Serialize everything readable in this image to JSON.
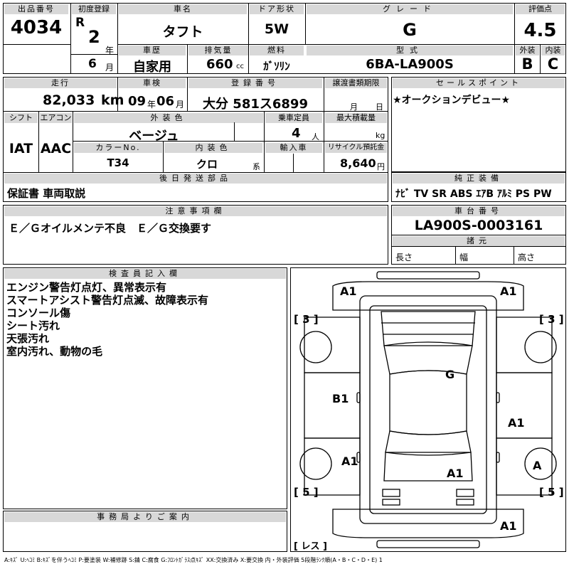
{
  "headers": {
    "lot": "出品番号",
    "first_reg": "初度登録",
    "car_name": "車名",
    "door": "ドア形状",
    "grade": "グレード",
    "score": "評価点",
    "history": "車歴",
    "displacement": "排気量",
    "fuel": "燃料",
    "model": "型式",
    "exterior": "外装",
    "interior": "内装",
    "mileage": "走行",
    "inspection": "車検",
    "plate": "登録番号",
    "transfer": "譲渡書類期限",
    "sales_point": "セールスポイント",
    "shift": "シフト",
    "aircon": "エアコン",
    "ext_color": "外装色",
    "capacity": "乗車定員",
    "max_load": "最大積載量",
    "color_no": "カラーNo.",
    "int_color": "内装色",
    "import": "輸入車",
    "recycle": "リサイクル預託金",
    "later_parts": "後日発送部品",
    "genuine": "純正装備",
    "caution": "注意事項欄",
    "chassis": "車台番号",
    "specs": "諸元",
    "inspector": "検査員記入欄",
    "office": "事務局よりご案内"
  },
  "lot_no": "4034",
  "era": "R",
  "year": "2",
  "year_unit": "年",
  "month": "6",
  "month_unit": "月",
  "car_name": "タフト",
  "door_type": "5W",
  "grade": "G",
  "score": "4.5",
  "history": "自家用",
  "displacement": "660",
  "displacement_unit": "cc",
  "fuel": "ｶﾞｿﾘﾝ",
  "model_code": "6BA-LA900S",
  "exterior_grade": "B",
  "interior_grade": "C",
  "mileage": "82,033",
  "mileage_unit": "km",
  "inspection_year": "09",
  "inspection_month": "06",
  "inspection_year_unit": "年",
  "inspection_month_unit": "月",
  "plate": "大分 581ス6899",
  "transfer_month_unit": "月",
  "transfer_day_unit": "日",
  "sales_point": "★オークションデビュー★",
  "shift": "IAT",
  "aircon": "AAC",
  "ext_color": "ベージュ",
  "capacity": "4",
  "capacity_unit": "人",
  "load_unit": "kg",
  "color_no": "T34",
  "int_color": "クロ",
  "int_suffix": "系",
  "recycle": "8,640",
  "recycle_unit": "円",
  "later_parts": "保証書 車両取説",
  "genuine": "ﾅﾋﾞ TV SR ABS ｴｱB ｱﾙﾐ PS PW",
  "caution": "Ｅ／Ｇオイルメンテ不良　Ｅ／Ｇ交換要す",
  "chassis": "LA900S-0003161",
  "spec_length": "長さ",
  "spec_width": "幅",
  "spec_height": "高さ",
  "inspector_notes": [
    "エンジン警告灯点灯、異常表示有",
    "スマートアシスト警告灯点滅、故障表示有",
    "コンソール傷",
    "シート汚れ",
    "天張汚れ",
    "室内汚れ、動物の毛"
  ],
  "damage_marks": {
    "a1_front_left": "A1",
    "a1_front_right": "A1",
    "b1_left_door": "B1",
    "g_roof": "G",
    "a1_right_rear_door": "A1",
    "a1_left_rear": "A1",
    "a1_rear_center": "A1",
    "a_right_rear_wheel": "A",
    "a1_rear_bumper": "A1"
  },
  "tire_marks": {
    "fl": "[ 3 ]",
    "fr": "[ 3 ]",
    "rl": "[ 5 ]",
    "rr": "[ 5 ]",
    "spare": "[ レス ]"
  },
  "legend": "A:ｷｽﾞ U:ﾍｺﾐ B:ｷｽﾞを伴うﾍｺﾐ P:要塗装 W:補修跡 S:錆 C:腐食 G:ﾌﾛﾝﾄｶﾞﾗｽ点ｷｽﾞ XX:交換済み X:要交換 内・外装評価 5段階ﾗﾝｸ順(A・B・C・D・E) 1"
}
